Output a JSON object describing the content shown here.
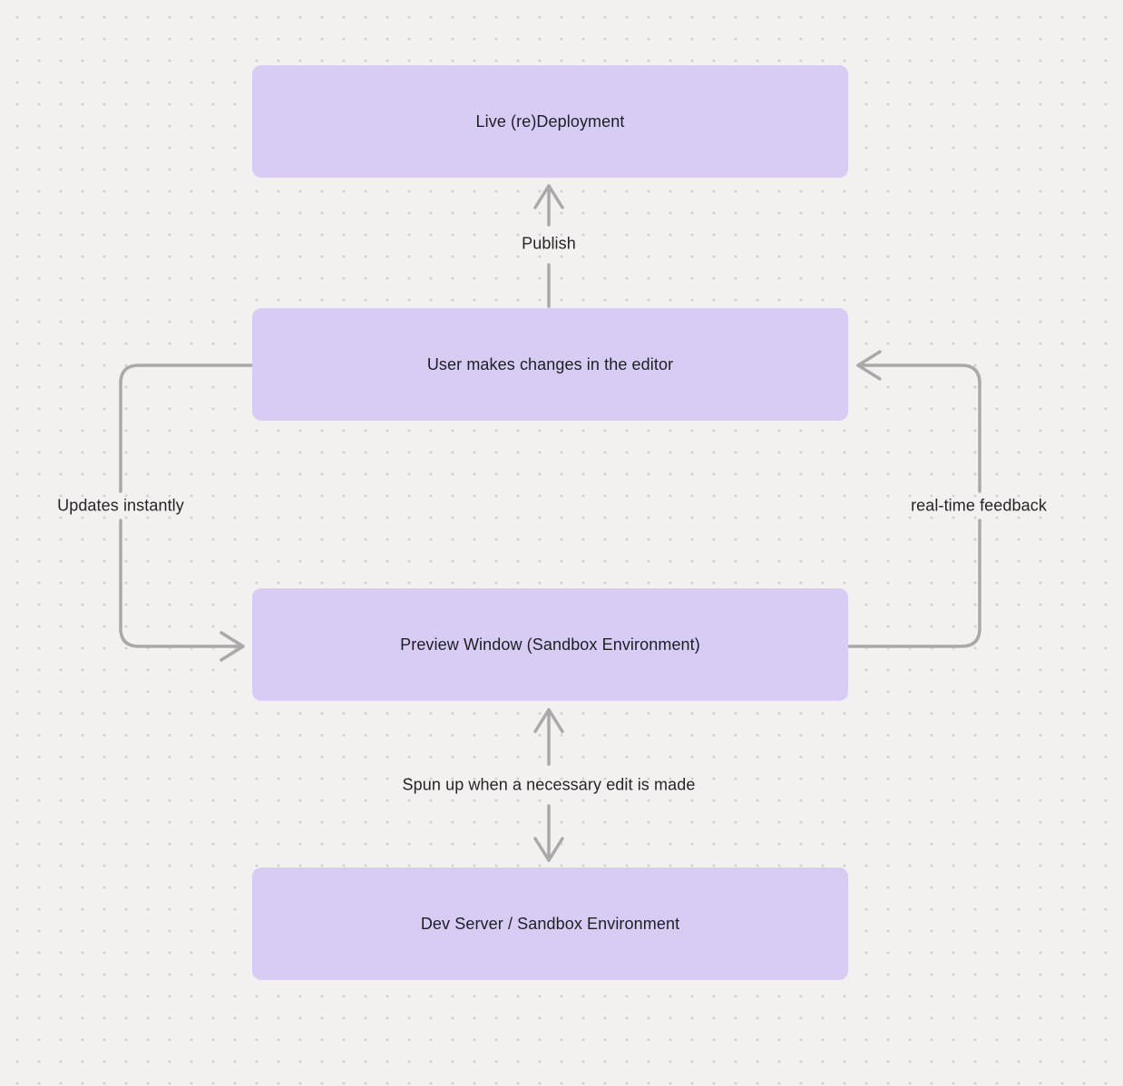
{
  "diagram": {
    "nodes": [
      {
        "id": "live-deployment",
        "label": "Live (re)Deployment"
      },
      {
        "id": "editor-changes",
        "label": "User makes changes in the editor"
      },
      {
        "id": "preview-window",
        "label": "Preview Window (Sandbox Environment)"
      },
      {
        "id": "dev-server",
        "label": "Dev Server / Sandbox Environment"
      }
    ],
    "edge_labels": [
      {
        "id": "publish",
        "label": "Publish"
      },
      {
        "id": "updates-instantly",
        "label": "Updates instantly"
      },
      {
        "id": "realtime-feedback",
        "label": "real-time feedback"
      },
      {
        "id": "spun-up",
        "label": "Spun up when a necessary edit is made"
      }
    ],
    "colors": {
      "background": "#f2f1ef",
      "dot": "#d2d0cd",
      "node_fill": "#d8ccf5",
      "node_text": "#1e1e24",
      "arrow": "#a9a9a9",
      "label_text": "#252528"
    }
  }
}
